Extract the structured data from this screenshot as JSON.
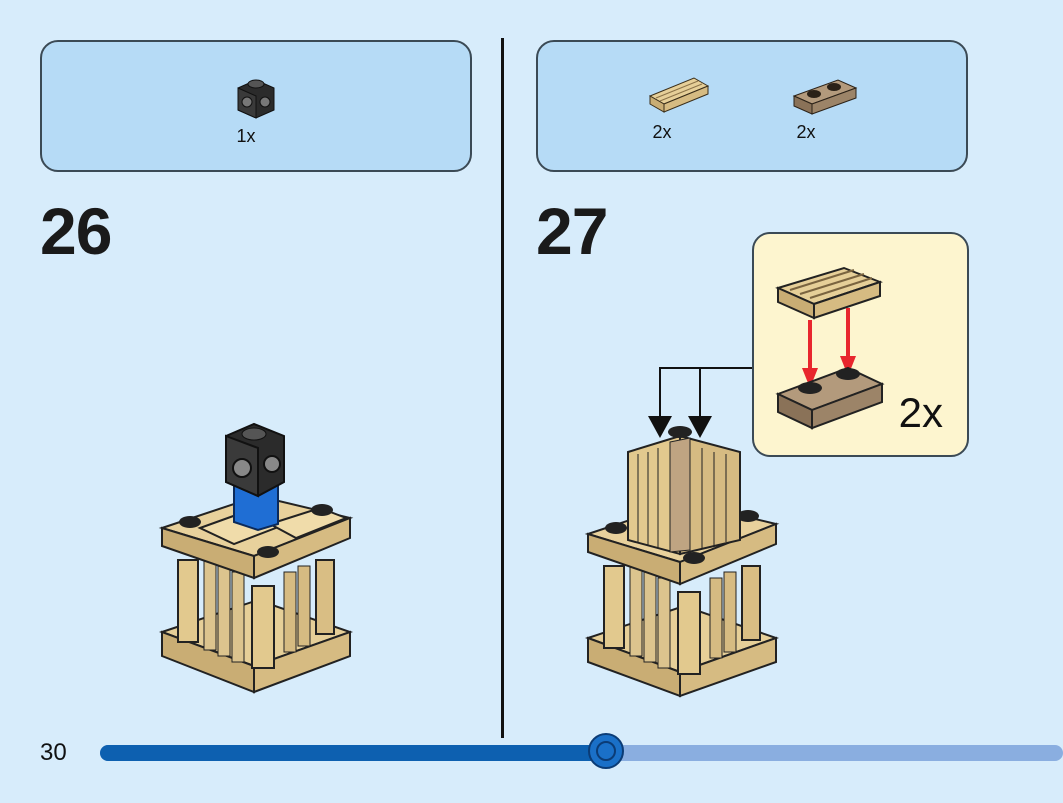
{
  "page": {
    "number": "30"
  },
  "progress": {
    "fraction": 0.525
  },
  "steps": [
    {
      "number": "26",
      "parts": [
        {
          "icon": "black-1x1-brick-studs-on-sides-icon",
          "qty": "1x"
        }
      ]
    },
    {
      "number": "27",
      "parts": [
        {
          "icon": "tan-grille-tile-1x2-icon",
          "qty": "2x"
        },
        {
          "icon": "dark-tan-plate-1x2-icon",
          "qty": "2x"
        }
      ],
      "callout": {
        "qty": "2x"
      }
    }
  ],
  "colors": {
    "background": "#d7ecfb",
    "parts_box": "#b6dbf6",
    "callout": "#fdf5cf",
    "tan": "#dcc48e",
    "dark_tan": "#9c8468",
    "arrow_red": "#e8262d",
    "progress_fill": "#0d60b0"
  }
}
